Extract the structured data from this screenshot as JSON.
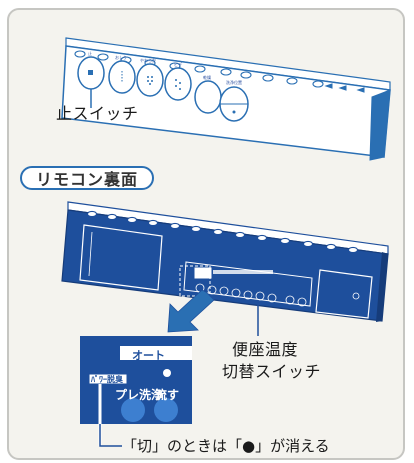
{
  "callouts": {
    "stop_switch": "止スイッチ",
    "seat_temp_line1": "便座温度",
    "seat_temp_line2": "切替スイッチ",
    "off_note": "「切」のときは「●」が消える"
  },
  "section_label": "リモコン裏面",
  "top_remote_labels": [
    "止",
    "おしり",
    "やわらか",
    "ビデ",
    "乾燥",
    "洗浄位置"
  ],
  "zoom_labels": {
    "auto": "オート",
    "power_clean": "ﾊﾟﾜｰ脱臭",
    "pre_wash": "プレ洗浄",
    "flush": "流す"
  },
  "colors": {
    "accent_blue": "#2a6fb3",
    "remote_dark": "#1e4f9c",
    "panel_bg": "#f4f3ee"
  }
}
